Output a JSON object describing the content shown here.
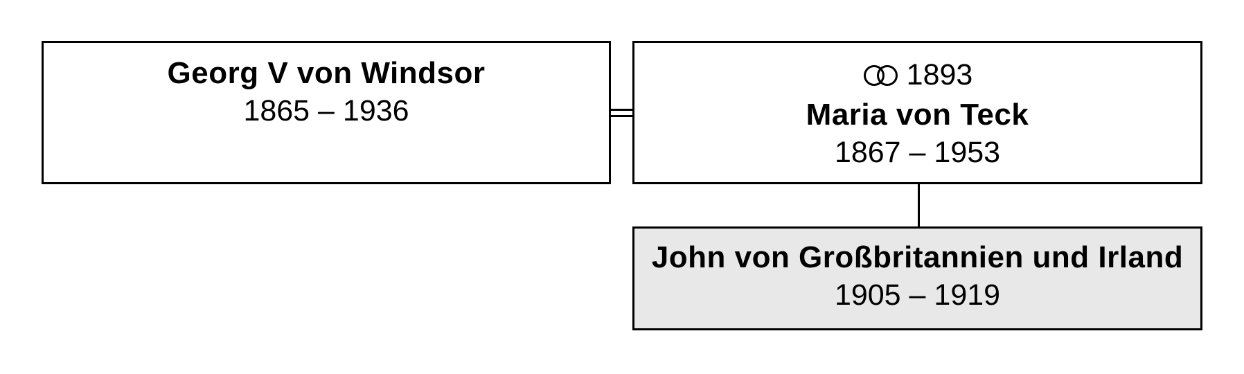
{
  "persons": {
    "father": {
      "name": "Georg V von Windsor",
      "dates": "1865 – 1936"
    },
    "mother": {
      "marriage_year": "1893",
      "name": "Maria von Teck",
      "dates": "1867 – 1953"
    },
    "child": {
      "name": "John von Großbritannien und Irland",
      "dates": "1905 – 1919"
    }
  },
  "icons": {
    "marriage": "interlocking-rings-icon"
  },
  "colors": {
    "border": "#000000",
    "child_background": "#e8e8e8",
    "box_background": "#ffffff"
  }
}
